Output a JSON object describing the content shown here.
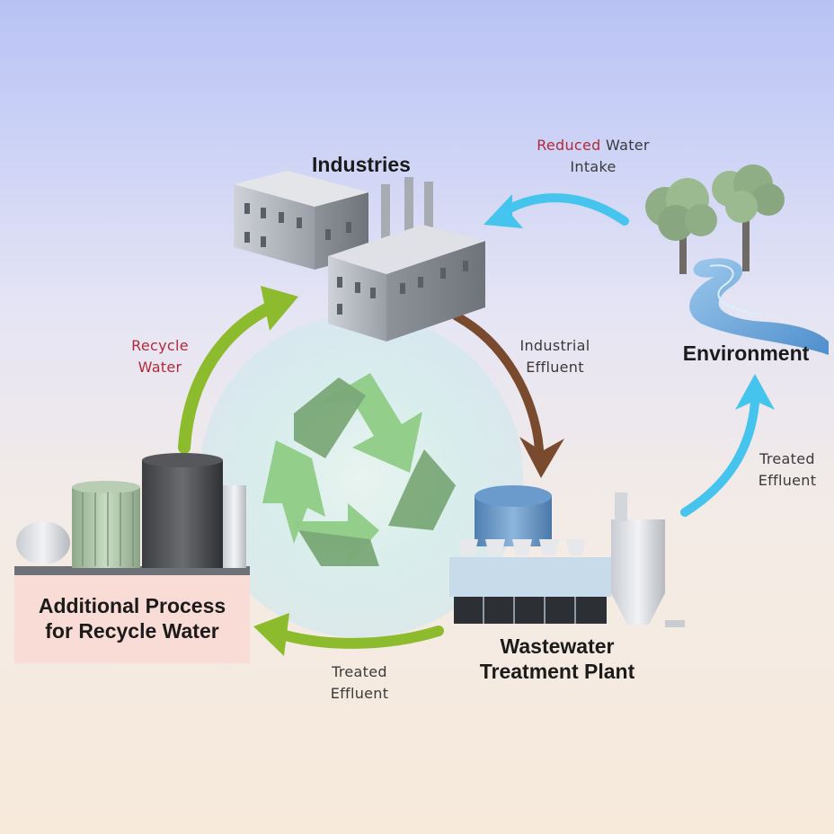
{
  "nodes": {
    "industries": "Industries",
    "environment": "Environment",
    "wastewater_line1": "Wastewater",
    "wastewater_line2": "Treatment Plant",
    "additional_line1": "Additional Process",
    "additional_line2": "for Recycle Water"
  },
  "flows": {
    "reduced_intake": {
      "highlight": "Reduced",
      "rest": "Water",
      "line2": "Intake"
    },
    "industrial_effluent": {
      "line1": "Industrial",
      "line2": "Effluent"
    },
    "treated_to_environment": {
      "line1": "Treated",
      "line2": "Effluent"
    },
    "treated_to_process": {
      "line1": "Treated",
      "line2": "Effluent"
    },
    "recycle_water": {
      "line1": "Recycle",
      "line2": "Water"
    }
  },
  "colors": {
    "arrow_green": "#8dbb2e",
    "arrow_blue": "#45c4ee",
    "arrow_brown": "#7a4a2e",
    "accent_text": "#b22a3a",
    "recycle_dark": "#7aa878",
    "recycle_light": "#8fcb86",
    "process_box": "#fadcd6"
  },
  "icons": [
    "recycle-icon",
    "factory-icon",
    "trees-icon",
    "river-icon",
    "treatment-plant-icon",
    "storage-tanks-icon"
  ]
}
